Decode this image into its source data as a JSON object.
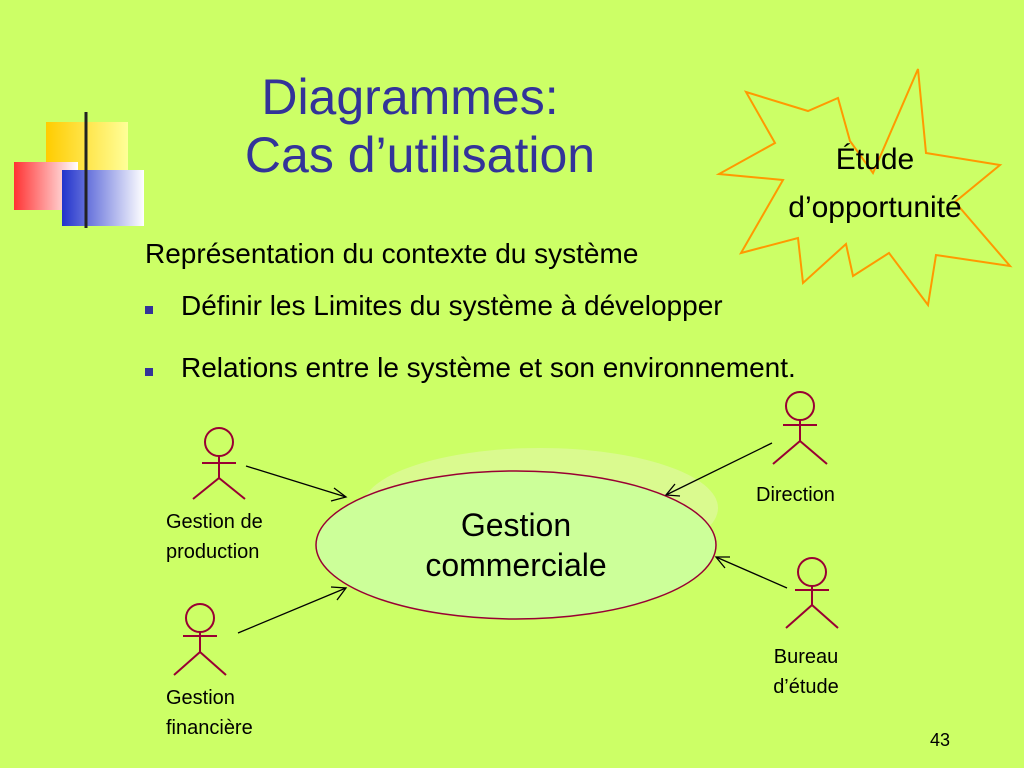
{
  "title": {
    "line1": "Diagrammes:",
    "line2": "Cas d’utilisation"
  },
  "badge": {
    "line1": "Étude",
    "line2": "d’opportunité"
  },
  "subtitle": "Représentation du contexte du système",
  "bullets": [
    "Définir les Limites du système à développer",
    "Relations entre le système et son environnement."
  ],
  "diagram": {
    "use_case": {
      "line1": "Gestion",
      "line2": "commerciale"
    },
    "actors": [
      {
        "line1": "Gestion de",
        "line2": "production"
      },
      {
        "line1": "Gestion",
        "line2": "financière"
      },
      {
        "line1": "Direction",
        "line2": ""
      },
      {
        "line1": "Bureau",
        "line2": "d’étude"
      }
    ]
  },
  "page_number": "43",
  "colors": {
    "background": "#ccff66",
    "title": "#333399",
    "actor": "#990033",
    "ellipse_fill": "#ccff99",
    "ellipse_stroke": "#990033",
    "star_stroke": "#ff9900"
  }
}
